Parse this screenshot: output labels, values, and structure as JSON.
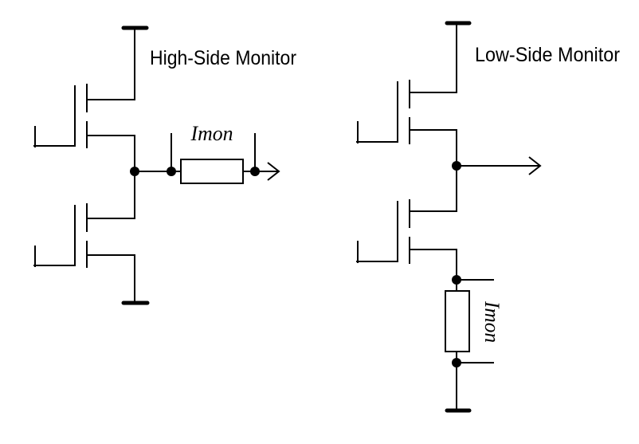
{
  "page": {
    "background_color": "#ffffff",
    "line_color": "#000000"
  },
  "high_side": {
    "title": "High-Side Monitor",
    "shunt_label": "Imon"
  },
  "low_side": {
    "title": "Low-Side Monitor",
    "shunt_label": "Imon"
  }
}
